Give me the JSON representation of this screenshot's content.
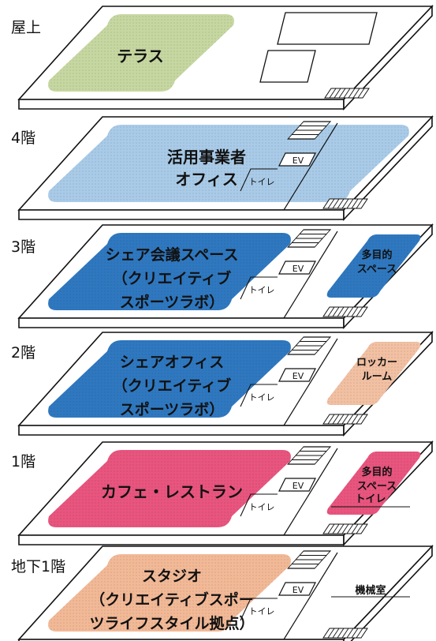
{
  "floors": [
    {
      "label": "屋上",
      "areas": [
        {
          "id": "terrace",
          "lines": [
            "テラス"
          ],
          "fill": "#c7d7a1",
          "kind": "main"
        }
      ]
    },
    {
      "label": "4階",
      "areas": [
        {
          "id": "office",
          "lines": [
            "活用事業者",
            "オフィス"
          ],
          "fill": "#a9cbe8",
          "kind": "main"
        }
      ],
      "ev": "EV",
      "toilet": "トイレ"
    },
    {
      "label": "3階",
      "areas": [
        {
          "id": "share-meeting",
          "lines": [
            "シェア会議スペース",
            "（クリエイティブ",
            "スポーツラボ）"
          ],
          "fill": "#2f78c0",
          "kind": "main"
        },
        {
          "id": "multipurpose-3f",
          "lines": [
            "多目的",
            "スペース"
          ],
          "fill": "#2f78c0",
          "kind": "side"
        }
      ],
      "ev": "EV",
      "toilet": "トイレ"
    },
    {
      "label": "2階",
      "areas": [
        {
          "id": "share-office",
          "lines": [
            "シェアオフィス",
            "（クリエイティブ",
            "スポーツラボ）"
          ],
          "fill": "#2f78c0",
          "kind": "main"
        },
        {
          "id": "locker",
          "lines": [
            "ロッカー",
            "ルーム"
          ],
          "fill": "#f2c0a3",
          "kind": "side"
        }
      ],
      "ev": "EV",
      "toilet": "トイレ"
    },
    {
      "label": "1階",
      "areas": [
        {
          "id": "cafe",
          "lines": [
            "カフェ・レストラン"
          ],
          "fill": "#e8557e",
          "kind": "main"
        },
        {
          "id": "multipurpose-1f",
          "lines": [
            "多目的",
            "スペース"
          ],
          "fill": "#e8557e",
          "kind": "side"
        },
        {
          "id": "toilet-2",
          "lines": [
            "トイレ"
          ],
          "fill": "none",
          "kind": "side2"
        }
      ],
      "ev": "EV",
      "toilet": "トイレ"
    },
    {
      "label": "地下1階",
      "areas": [
        {
          "id": "studio",
          "lines": [
            "スタジオ",
            "（クリエイティブスポー",
            "ツライフスタイル拠点）"
          ],
          "fill": "#f2b997",
          "kind": "main"
        },
        {
          "id": "machine-room",
          "lines": [
            "機械室"
          ],
          "fill": "none",
          "kind": "side2"
        }
      ],
      "ev": "EV",
      "toilet": "トイレ"
    }
  ]
}
